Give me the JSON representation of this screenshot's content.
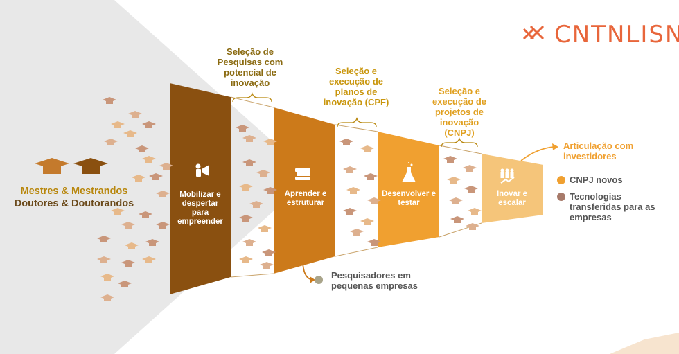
{
  "logo": {
    "text": "CNTNLISN"
  },
  "origin": {
    "line1": "Mestres & Mestrandos",
    "line2": "Doutores & Doutorandos"
  },
  "stages": [
    {
      "label": "Mobilizar e despertar para empreender",
      "icon": "megaphone-icon",
      "color": "#8a5010"
    },
    {
      "label": "Aprender e estruturar",
      "icon": "books-icon",
      "color": "#cc7a1a"
    },
    {
      "label": "Desenvolver e testar",
      "icon": "flask-icon",
      "color": "#f0a030"
    },
    {
      "label": "Inovar e escalar",
      "icon": "team-growth-icon",
      "color": "#f5c57a"
    }
  ],
  "callouts": [
    {
      "text": "Seleção de Pesquisas com potencial de inovação"
    },
    {
      "text": "Seleção e execução de planos de inovação (CPF)"
    },
    {
      "text": "Seleção e execução de projetos de inovação (CNPJ)"
    }
  ],
  "outputs": {
    "investors": "Articulação com investidores",
    "cnpj": "CNPJ novos",
    "tech": "Tecnologias transferidas para as empresas",
    "researchers": "Pesquisadores em pequenas empresas"
  },
  "colors": {
    "dark_brown": "#8a5010",
    "orange": "#cc7a1a",
    "light_orange": "#f0a030",
    "pale_orange": "#f5c57a",
    "callout_text": "#b8860b",
    "gray_text": "#555555"
  }
}
